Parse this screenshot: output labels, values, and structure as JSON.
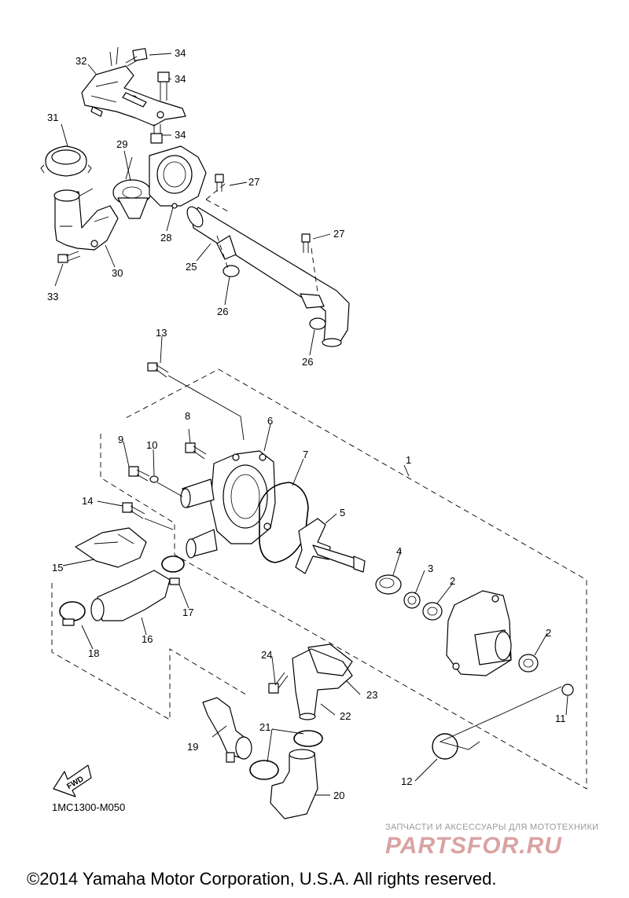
{
  "diagram": {
    "callouts": {
      "c1": "1",
      "c2a": "2",
      "c2b": "2",
      "c3": "3",
      "c4": "4",
      "c5": "5",
      "c6": "6",
      "c7": "7",
      "c8": "8",
      "c9": "9",
      "c10": "10",
      "c11": "11",
      "c12": "12",
      "c13": "13",
      "c14": "14",
      "c15": "15",
      "c16": "16",
      "c17": "17",
      "c18": "18",
      "c19": "19",
      "c20": "20",
      "c21": "21",
      "c22": "22",
      "c23": "23",
      "c24": "24",
      "c25": "25",
      "c26a": "26",
      "c26b": "26",
      "c27a": "27",
      "c27b": "27",
      "c28": "28",
      "c29": "29",
      "c30": "30",
      "c31": "31",
      "c32": "32",
      "c33": "33",
      "c34a": "34",
      "c34b": "34",
      "c34c": "34"
    },
    "fwd_label": "FWD",
    "diagram_code": "1MC1300-M050"
  },
  "watermark": {
    "tagline": "ЗАПЧАСТИ И АКСЕССУАРЫ ДЛЯ МОТОТЕХНИКИ",
    "logo_text": "PARTSFOR.RU"
  },
  "footer": {
    "copyright": "©2014 Yamaha Motor Corporation, U.S.A. All rights reserved."
  }
}
